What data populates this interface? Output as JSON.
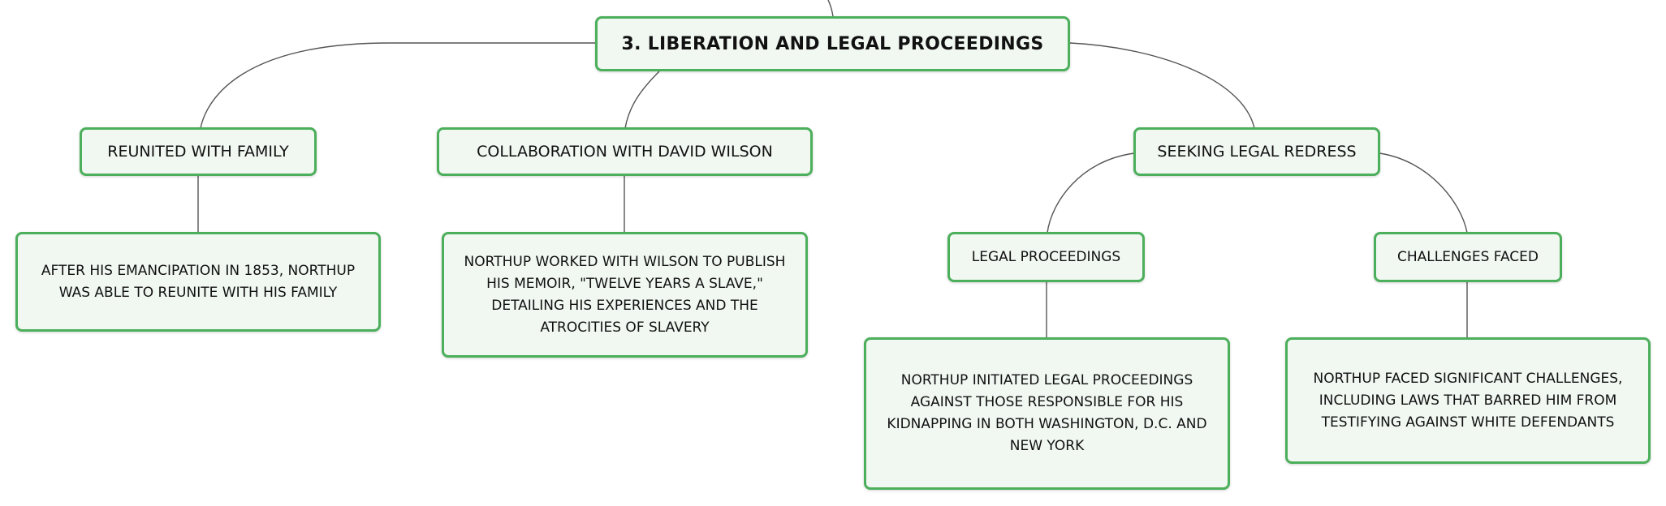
{
  "colors": {
    "node_border": "#4caf5b",
    "node_fill": "#f1f8f2",
    "connector": "#555555",
    "text": "#111111"
  },
  "root": {
    "label": "3. LIBERATION AND LEGAL PROCEEDINGS"
  },
  "branches": {
    "family": {
      "label": "REUNITED WITH FAMILY",
      "detail": "AFTER HIS EMANCIPATION IN 1853, NORTHUP WAS ABLE TO REUNITE WITH HIS FAMILY"
    },
    "wilson": {
      "label": "COLLABORATION WITH DAVID WILSON",
      "detail": "NORTHUP WORKED WITH WILSON TO PUBLISH HIS MEMOIR, \"TWELVE YEARS A SLAVE,\" DETAILING HIS EXPERIENCES AND THE ATROCITIES OF SLAVERY"
    },
    "redress": {
      "label": "SEEKING LEGAL REDRESS",
      "children": {
        "proceedings": {
          "label": "LEGAL PROCEEDINGS",
          "detail": "NORTHUP INITIATED LEGAL PROCEEDINGS AGAINST THOSE RESPONSIBLE FOR HIS KIDNAPPING IN BOTH WASHINGTON, D.C. AND NEW YORK"
        },
        "challenges": {
          "label": "CHALLENGES FACED",
          "detail": "NORTHUP FACED SIGNIFICANT CHALLENGES, INCLUDING LAWS THAT BARRED HIM FROM TESTIFYING AGAINST WHITE DEFENDANTS"
        }
      }
    }
  }
}
